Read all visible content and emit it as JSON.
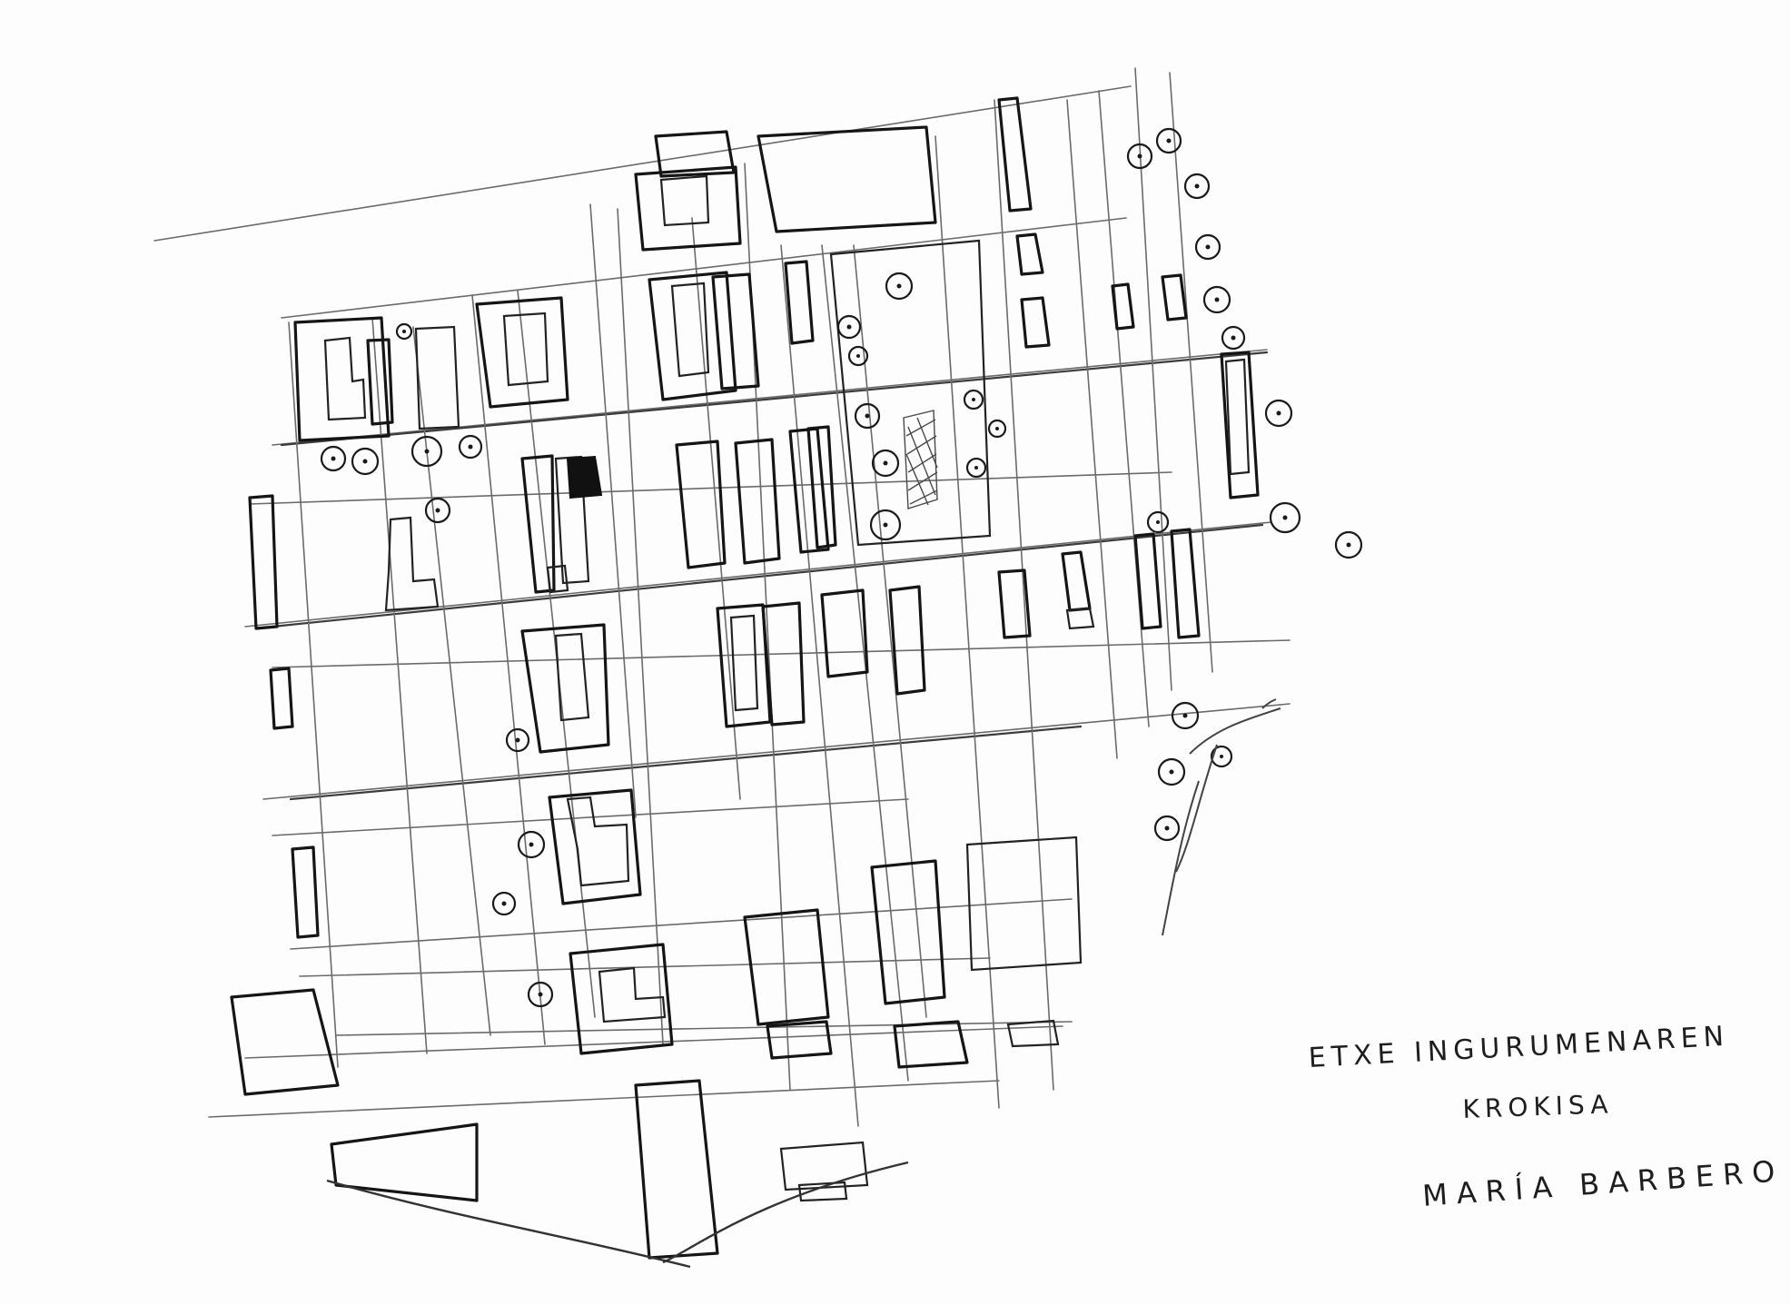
{
  "drawing": {
    "type": "hand-drawn urban plan sketch",
    "ink_color": "#151515",
    "paper_color": "#fdfdfd"
  },
  "labels": {
    "title_line1": "ETXE INGURUMENAREN",
    "title_line2": "KROKISA",
    "author": "MARÍA BARBERO"
  },
  "legend_marks": {
    "highlighted_building": "solid black block (own house)",
    "trees": "circle-icon",
    "park": "hatched area"
  }
}
